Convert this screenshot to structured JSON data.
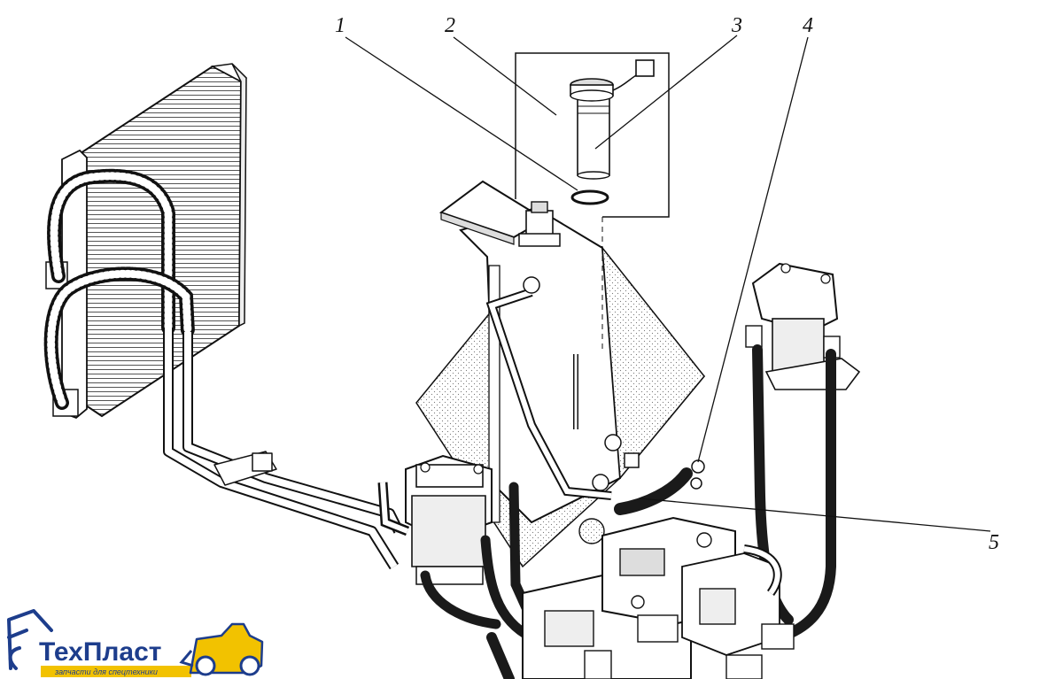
{
  "callouts": [
    {
      "label": "1"
    },
    {
      "label": "2"
    },
    {
      "label": "3"
    },
    {
      "label": "4"
    },
    {
      "label": "5"
    }
  ],
  "logo": {
    "brand_part1": "Тех",
    "brand_part2": "Пласт",
    "tagline": "запчасти для спецтехники",
    "colors": {
      "blue": "#1d3d8c",
      "yellow": "#f2c200"
    },
    "icons": [
      "excavator-icon",
      "loader-icon"
    ]
  },
  "colors": {
    "ink": "#111111",
    "paper": "#ffffff",
    "hose": "#1a1a1a"
  }
}
